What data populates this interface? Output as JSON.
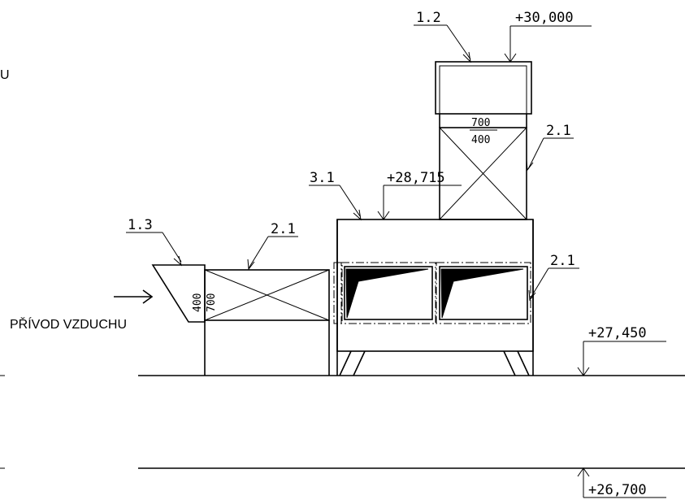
{
  "labels": {
    "air_inlet": "PŘÍVOD VZDUCHU",
    "cropped_left": "U"
  },
  "elevations": {
    "top": "+30,000",
    "unit_top": "+28,715",
    "floor": "+27,450",
    "lower": "+26,700"
  },
  "tags": {
    "roof_hood": "1.2",
    "inlet_hood": "1.3",
    "unit": "3.1",
    "duct_horizontal": "2.1",
    "duct_vertical": "2.1",
    "unit_side": "2.1"
  },
  "duct_dims": {
    "vertical_w": "700",
    "vertical_h": "400",
    "horizontal_a": "400",
    "horizontal_b": "700"
  }
}
